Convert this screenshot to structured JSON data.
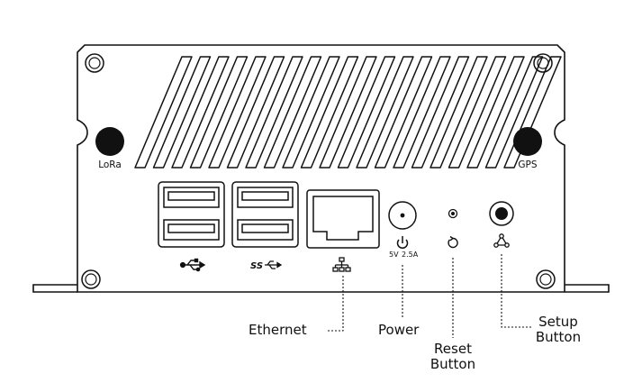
{
  "device": {
    "antennas": {
      "left": "LoRa",
      "right": "GPS"
    },
    "power_rating": {
      "volts": "5V",
      "amps": "2.5A"
    }
  },
  "callouts": {
    "ethernet": "Ethernet",
    "power": "Power",
    "reset": [
      "Reset",
      "Button"
    ],
    "setup": [
      "Setup",
      "Button"
    ]
  },
  "icons": [
    "usb-icon",
    "usb3-ss-icon",
    "network-icon",
    "power-icon",
    "reset-icon",
    "setup-icon"
  ],
  "colors": {
    "stroke": "#111111",
    "background": "#ffffff"
  }
}
